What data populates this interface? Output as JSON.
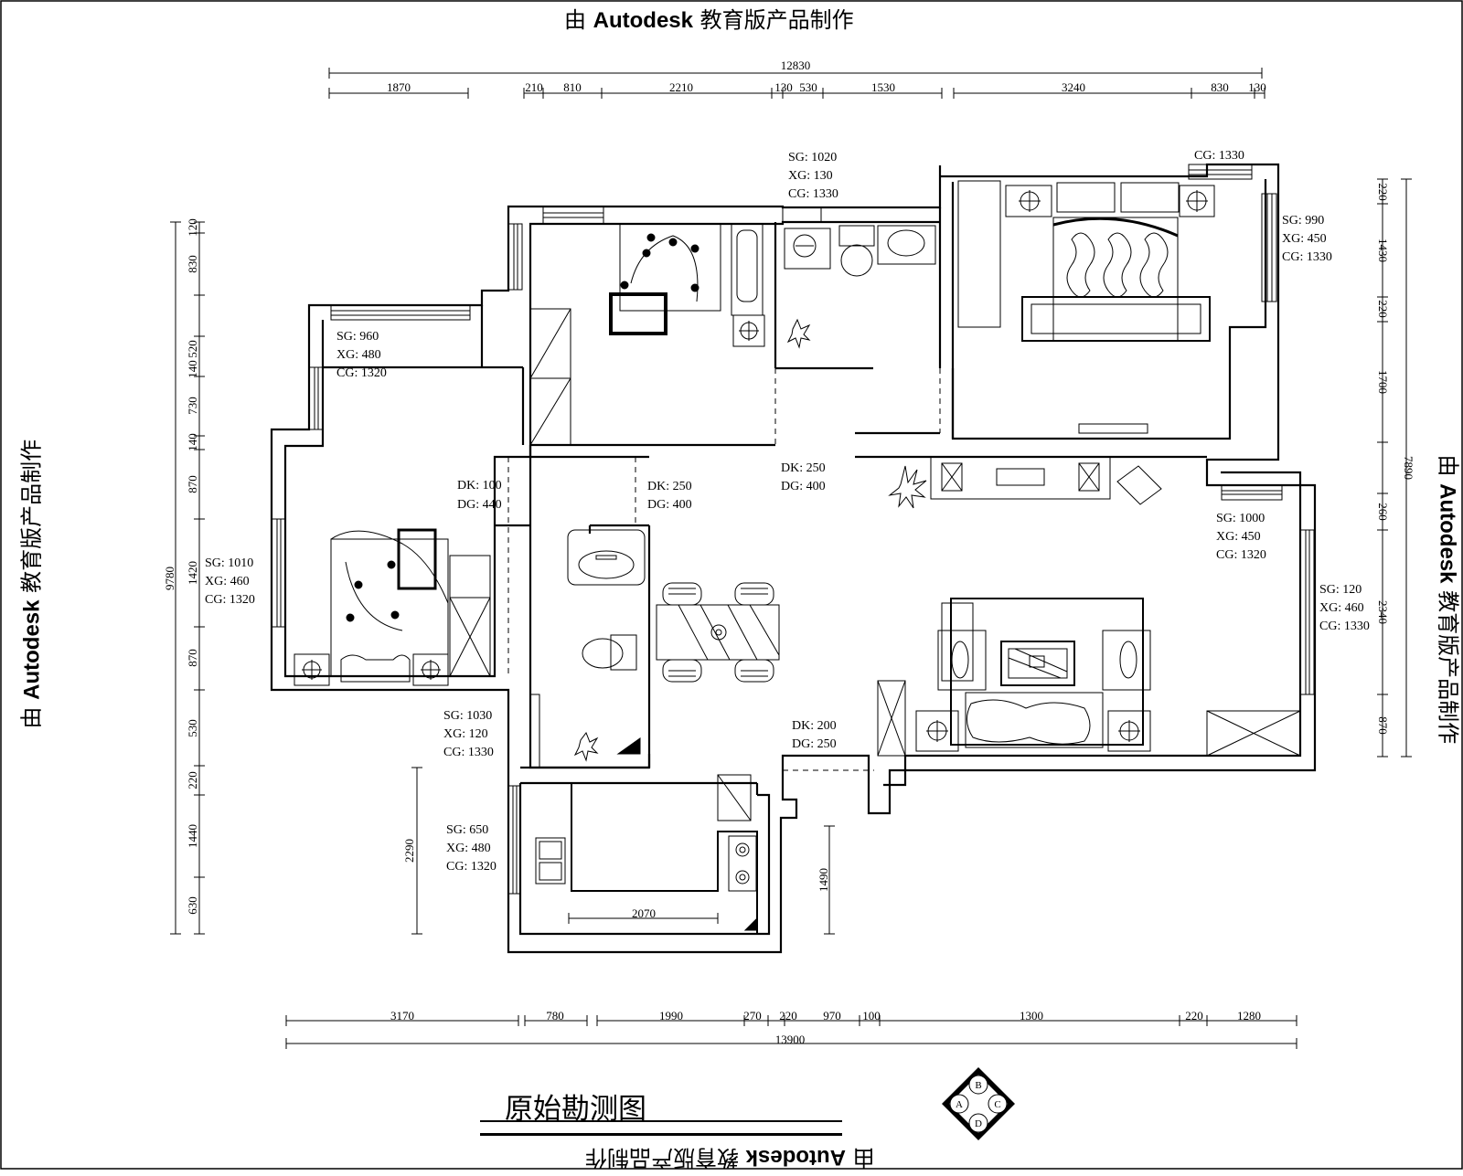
{
  "watermark": {
    "prefix": "由",
    "brand": "Autodesk",
    "suffix": "教育版产品制作"
  },
  "title": "原始勘测图",
  "compass": {
    "top": "B",
    "left": "A",
    "right": "C",
    "bottom": "D"
  },
  "dimensions": {
    "top_total": "12830",
    "top": [
      "1870",
      "210",
      "810",
      "2210",
      "130",
      "530",
      "1530",
      "3240",
      "830",
      "130"
    ],
    "bottom_total": "13900",
    "bottom": [
      "3170",
      "780",
      "1990",
      "270",
      "220",
      "970",
      "100",
      "1300",
      "220",
      "1280"
    ],
    "left_total": "9780",
    "left": [
      "120",
      "830",
      "520",
      "140",
      "730",
      "140",
      "870",
      "1420",
      "870",
      "530",
      "220",
      "1440",
      "630"
    ],
    "right_total": "7890",
    "right": [
      "220",
      "1430",
      "220",
      "1700",
      "260",
      "2340",
      "870"
    ],
    "kitchen_height": "2290",
    "kitchen_width": "2070",
    "corridor_height": "1490"
  },
  "window_notes": [
    {
      "sg": "SG: 1020",
      "xg": "XG: 130",
      "cg": "CG: 1330"
    },
    {
      "sg": "SG: 990",
      "xg": "XG: 450",
      "cg": "CG: 1330"
    },
    {
      "sg": "SG: 960",
      "xg": "XG: 480",
      "cg": "CG: 1320"
    },
    {
      "sg": "SG: 1010",
      "xg": "XG: 460",
      "cg": "CG: 1320"
    },
    {
      "sg": "SG: 1000",
      "xg": "XG: 450",
      "cg": "CG: 1320"
    },
    {
      "sg": "SG: 120",
      "xg": "XG: 460",
      "cg": "CG: 1330"
    },
    {
      "sg": "SG: 1030",
      "xg": "XG: 120",
      "cg": "CG: 1330"
    },
    {
      "sg": "SG: 650",
      "xg": "XG: 480",
      "cg": "CG: 1320"
    }
  ],
  "door_notes": [
    {
      "k": "DK: 100",
      "g": "DG: 440"
    },
    {
      "k": "DK: 250",
      "g": "DG: 400"
    },
    {
      "k": "DK: 250",
      "g": "DG: 400"
    },
    {
      "k": "DK: 200",
      "g": "DG: 250"
    }
  ],
  "ceiling_note": "CG: 1330"
}
